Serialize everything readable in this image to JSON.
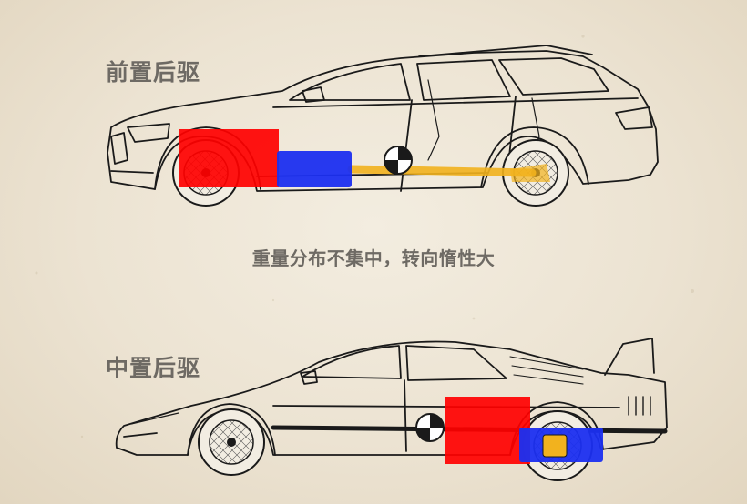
{
  "sections": {
    "front_engine": {
      "label": "前置后驱"
    },
    "mid_engine": {
      "label": "中置后驱"
    }
  },
  "caption": "重量分布不集中，转向惰性大",
  "colors": {
    "background": "#ede4d3",
    "engine_block": "#ff0000",
    "transmission_block": "#1b2ff0",
    "driveshaft": "#f2b21e",
    "line": "#1a1a1a",
    "label_text": "#6e6a64"
  },
  "icons": [
    "center-of-gravity-icon",
    "wheel-icon"
  ]
}
